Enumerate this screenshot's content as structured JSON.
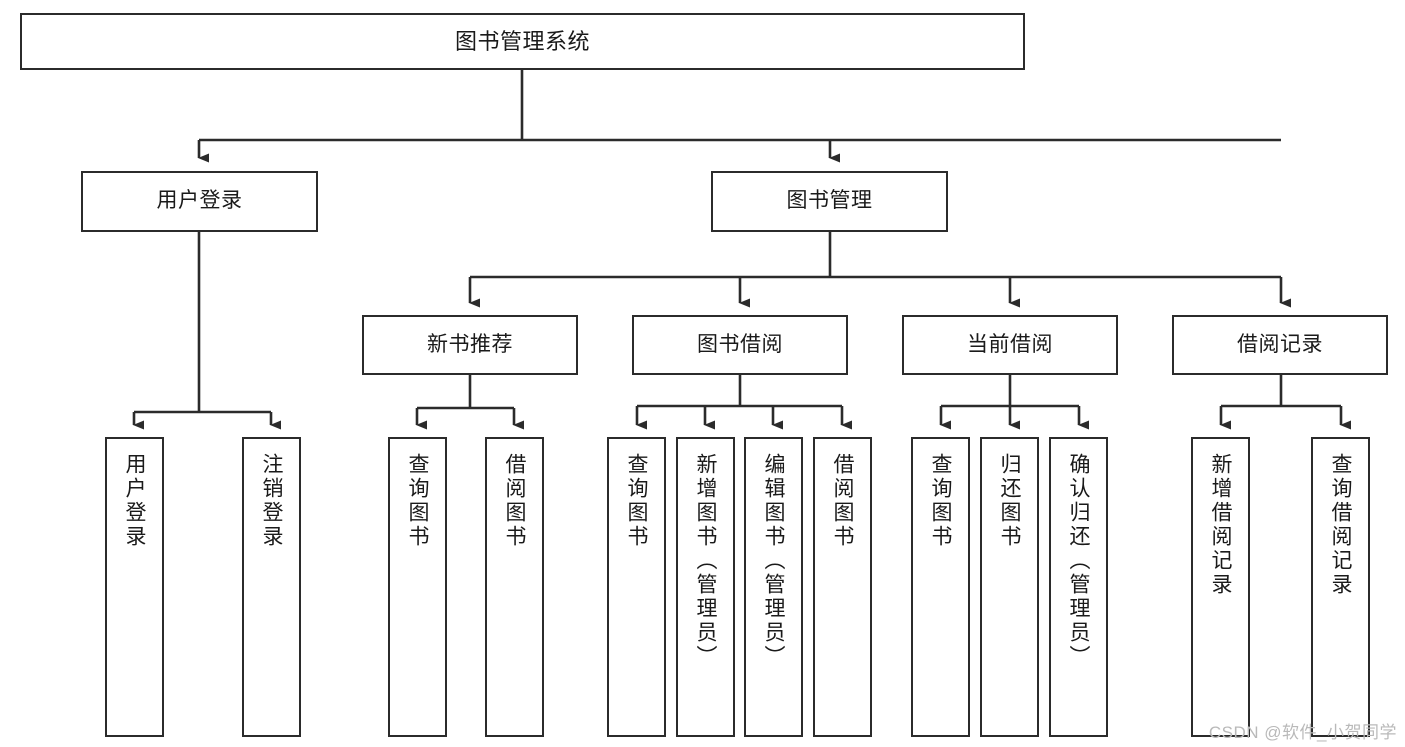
{
  "diagram": {
    "title": "图书管理系统",
    "type": "tree-hierarchy-diagram",
    "root": {
      "id": "root",
      "label": "图书管理系统"
    },
    "level1": [
      {
        "id": "user-login",
        "label": "用户登录"
      },
      {
        "id": "book-management",
        "label": "图书管理"
      }
    ],
    "level2": [
      {
        "id": "new-book-recommend",
        "label": "新书推荐"
      },
      {
        "id": "book-borrow",
        "label": "图书借阅"
      },
      {
        "id": "current-borrow",
        "label": "当前借阅"
      },
      {
        "id": "borrow-record",
        "label": "借阅记录"
      }
    ],
    "leaves": {
      "user_login": [
        {
          "id": "leaf-user-login",
          "label": "用户登录"
        },
        {
          "id": "leaf-logout-login",
          "label": "注销登录"
        }
      ],
      "new_book_recommend": [
        {
          "id": "leaf-query-book-1",
          "label": "查询图书"
        },
        {
          "id": "leaf-borrow-book-1",
          "label": "借阅图书"
        }
      ],
      "book_borrow": [
        {
          "id": "leaf-query-book-2",
          "label": "查询图书"
        },
        {
          "id": "leaf-add-book",
          "label": "新增图书（管理员）"
        },
        {
          "id": "leaf-edit-book",
          "label": "编辑图书（管理员）"
        },
        {
          "id": "leaf-borrow-book-2",
          "label": "借阅图书"
        }
      ],
      "current_borrow": [
        {
          "id": "leaf-query-book-3",
          "label": "查询图书"
        },
        {
          "id": "leaf-return-book",
          "label": "归还图书"
        },
        {
          "id": "leaf-confirm-return",
          "label": "确认归还（管理员）"
        }
      ],
      "borrow_record": [
        {
          "id": "leaf-add-record",
          "label": "新增借阅记录"
        },
        {
          "id": "leaf-query-record",
          "label": "查询借阅记录"
        }
      ]
    },
    "colors": {
      "stroke": "#2b2b2b",
      "fill": "#ffffff",
      "text": "#1a1a1a",
      "watermark": "#b9b9b9"
    }
  },
  "watermark": {
    "text": "CSDN @软件_小贺同学"
  }
}
